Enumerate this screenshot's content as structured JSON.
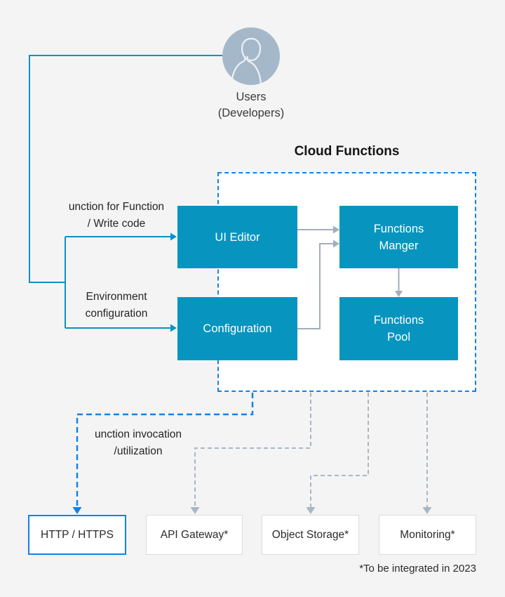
{
  "user": {
    "icon": "person-avatar-icon",
    "label": "Users\n(Developers)"
  },
  "cloud_functions": {
    "title": "Cloud Functions",
    "boxes": {
      "ui_editor": "UI Editor",
      "configuration": "Configuration",
      "functions_manager": "Functions\nManger",
      "functions_pool": "Functions\nPool"
    }
  },
  "flow_labels": {
    "create_function": "unction for Function\n/ Write code",
    "environment_configuration": "Environment\nconfiguration",
    "function_invocation": "unction invocation\n/utilization"
  },
  "endpoints": [
    {
      "label": "HTTP / HTTPS",
      "highlighted": true
    },
    {
      "label": "API Gateway*",
      "highlighted": false
    },
    {
      "label": "Object Storage*",
      "highlighted": false
    },
    {
      "label": "Monitoring*",
      "highlighted": false
    }
  ],
  "footnote": "*To be integrated in 2023",
  "colors": {
    "background": "#F4F4F5",
    "teal_box": "#0795BF",
    "blue_dashed": "#1482E4",
    "gray_connector": "#A3AEBB",
    "gray_dashed_connector": "#A9B7C4",
    "avatar_circle": "#A5B8CA"
  }
}
